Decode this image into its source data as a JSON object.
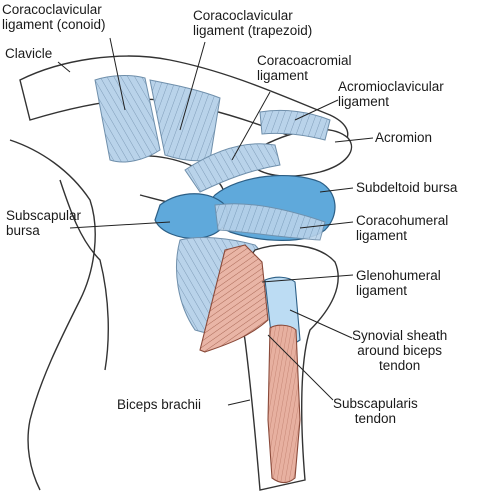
{
  "labels": {
    "coracoclavicular_conoid": [
      "Coracoclavicular",
      "ligament (conoid)"
    ],
    "coracoclavicular_trapezoid": [
      "Coracoclavicular",
      "ligament (trapezoid)"
    ],
    "clavicle": "Clavicle",
    "coracoacromial": [
      "Coracoacromial",
      "ligament"
    ],
    "acromioclavicular": [
      "Acromioclavicular",
      "ligament"
    ],
    "acromion": "Acromion",
    "subdeltoid_bursa": "Subdeltoid bursa",
    "subscapular_bursa": [
      "Subscapular",
      "bursa"
    ],
    "coracohumeral": [
      "Coracohumeral",
      "ligament"
    ],
    "glenohumeral": [
      "Glenohumeral",
      "ligament"
    ],
    "synovial_sheath": [
      "Synovial sheath",
      "around biceps",
      "tendon"
    ],
    "biceps_brachii": "Biceps brachii",
    "subscapularis_tendon": [
      "Subscapularis",
      "tendon"
    ]
  },
  "colors": {
    "ligament": "#b9d3ea",
    "ligament_stroke": "#6f8fab",
    "bursa": "#5fa9db",
    "synovial_sheath": "#bcdcf3",
    "muscle": "#e9b5a6",
    "muscle_stroke": "#8a4a3a",
    "bone_line": "#333333"
  }
}
